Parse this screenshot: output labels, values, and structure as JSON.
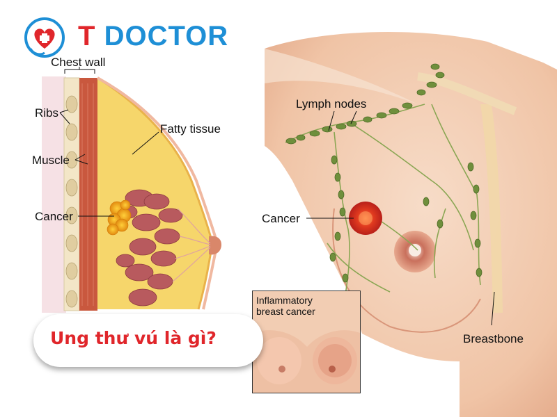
{
  "brand": {
    "logo_t": "T",
    "logo_rest": "DOCTOR",
    "t_color": "#e0262b",
    "doctor_color": "#1e8fd6",
    "icon": "heart-stethoscope-icon"
  },
  "cross_section_labels": {
    "chest_wall": "Chest wall",
    "ribs": "Ribs",
    "muscle": "Muscle",
    "fatty_tissue": "Fatty tissue",
    "cancer": "Cancer"
  },
  "front_view_labels": {
    "lymph_nodes": "Lymph nodes",
    "cancer": "Cancer",
    "breastbone": "Breastbone"
  },
  "inset": {
    "label_line1": "Inflammatory",
    "label_line2": "breast cancer"
  },
  "title": "Ung thư vú là gì?",
  "colors": {
    "title_red": "#e0262b",
    "skin": "#f3cdb2",
    "tumor": "#d8261c",
    "lymph_node": "#6f8f3c"
  }
}
